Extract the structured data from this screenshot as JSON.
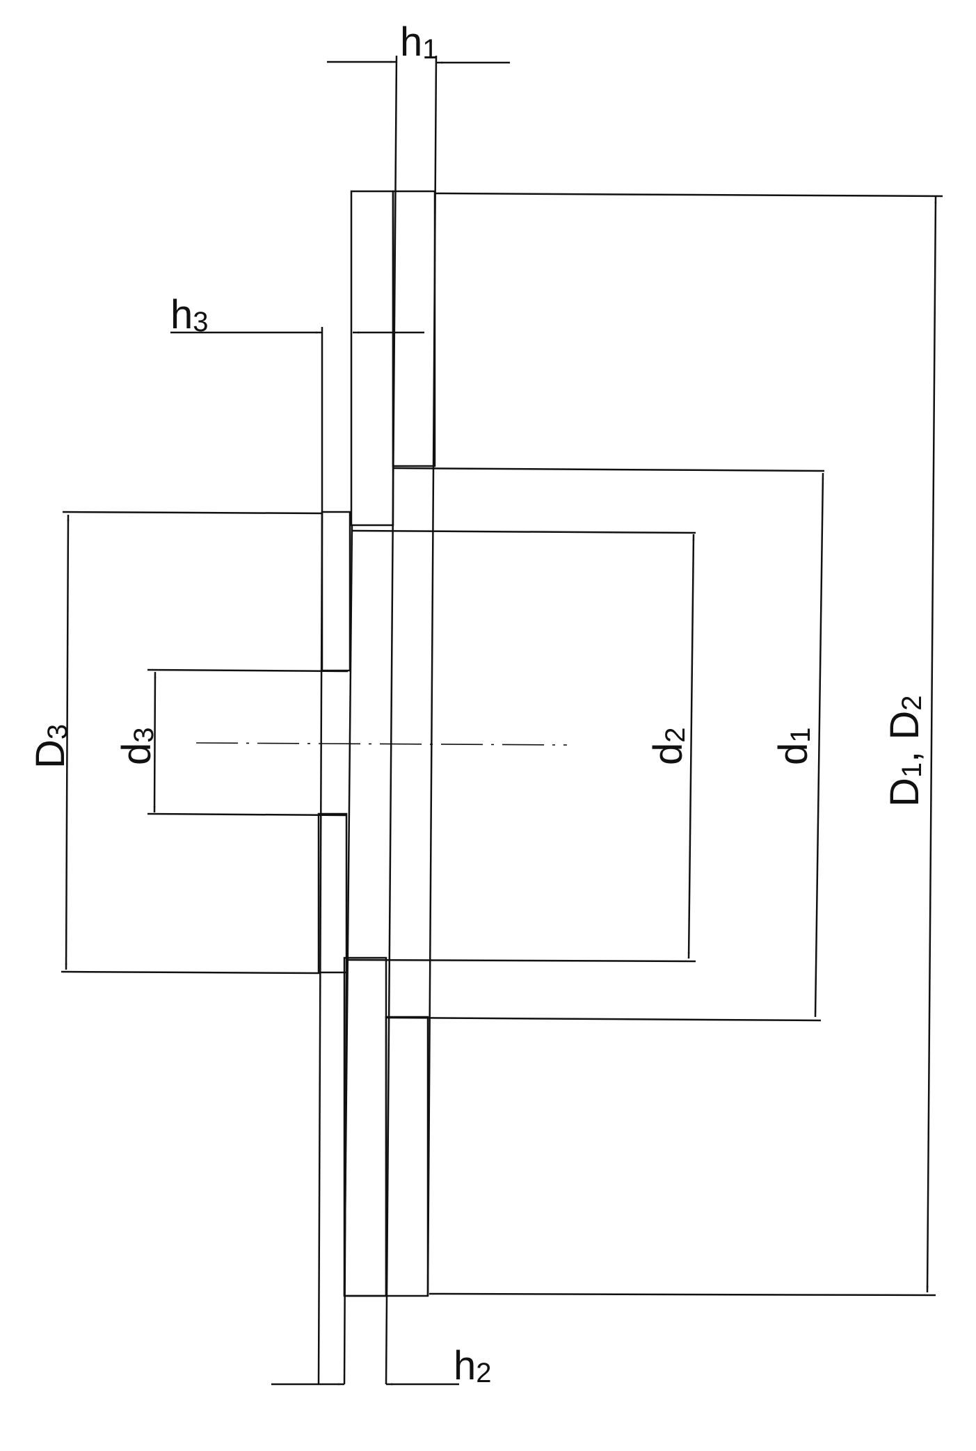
{
  "labels": {
    "h1": {
      "main": "h",
      "sub": "1"
    },
    "h2": {
      "main": "h",
      "sub": "2"
    },
    "h3": {
      "main": "h",
      "sub": "3"
    },
    "D3": {
      "main": "D",
      "sub": "3"
    },
    "d3": {
      "main": "d",
      "sub": "3"
    },
    "d2": {
      "main": "d",
      "sub": "2"
    },
    "d1": {
      "main": "d",
      "sub": "1"
    },
    "D1D2": {
      "main1": "D",
      "sub1": "1",
      "sep": ",  ",
      "main2": "D",
      "sub2": "2"
    }
  },
  "colors": {
    "ink": "#111111",
    "paper": "#ffffff"
  }
}
